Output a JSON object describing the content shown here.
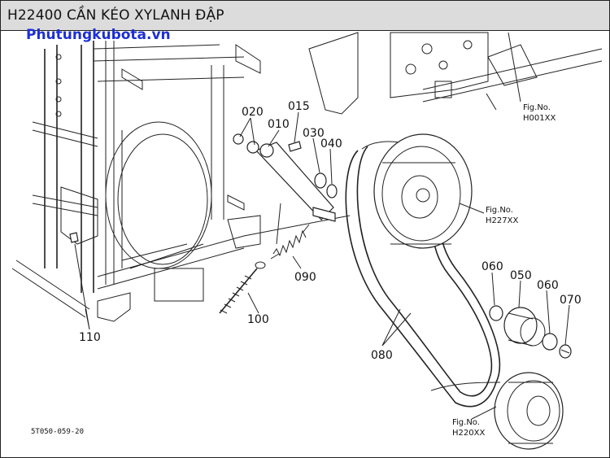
{
  "header": {
    "title": "H22400 CẦN KÉO XYLANH ĐẬP"
  },
  "watermark": "Phutungkubota.vn",
  "callouts": {
    "p020": "020",
    "p015": "015",
    "p010": "010",
    "p030": "030",
    "p040": "040",
    "p060a": "060",
    "p050": "050",
    "p060b": "060",
    "p070": "070",
    "p090": "090",
    "p100": "100",
    "p080": "080",
    "p110": "110"
  },
  "fig_refs": {
    "h001": {
      "line1": "Fig.No.",
      "line2": "H001XX"
    },
    "h227": {
      "line1": "Fig.No.",
      "line2": "H227XX"
    },
    "h220": {
      "line1": "Fig.No.",
      "line2": "H220XX"
    }
  },
  "drawing_code": "5T050-059-20"
}
